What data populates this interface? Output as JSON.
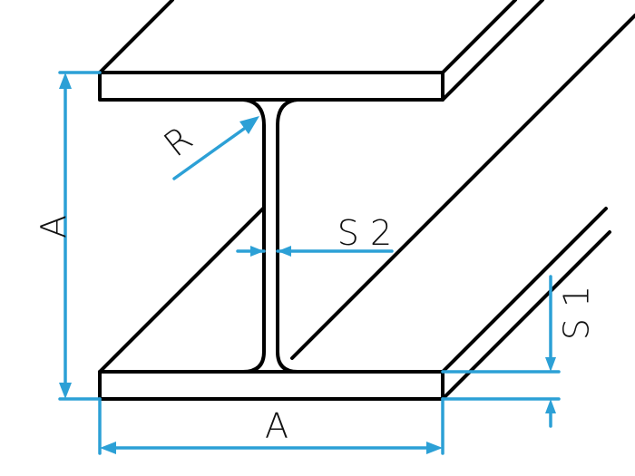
{
  "labels": {
    "height": "A",
    "width": "A",
    "radius": "R",
    "web_thickness": "S 2",
    "flange_thickness": "S 1"
  },
  "colors": {
    "outline": "#000000",
    "dimension": "#2ca0d6",
    "text": "#111111"
  }
}
